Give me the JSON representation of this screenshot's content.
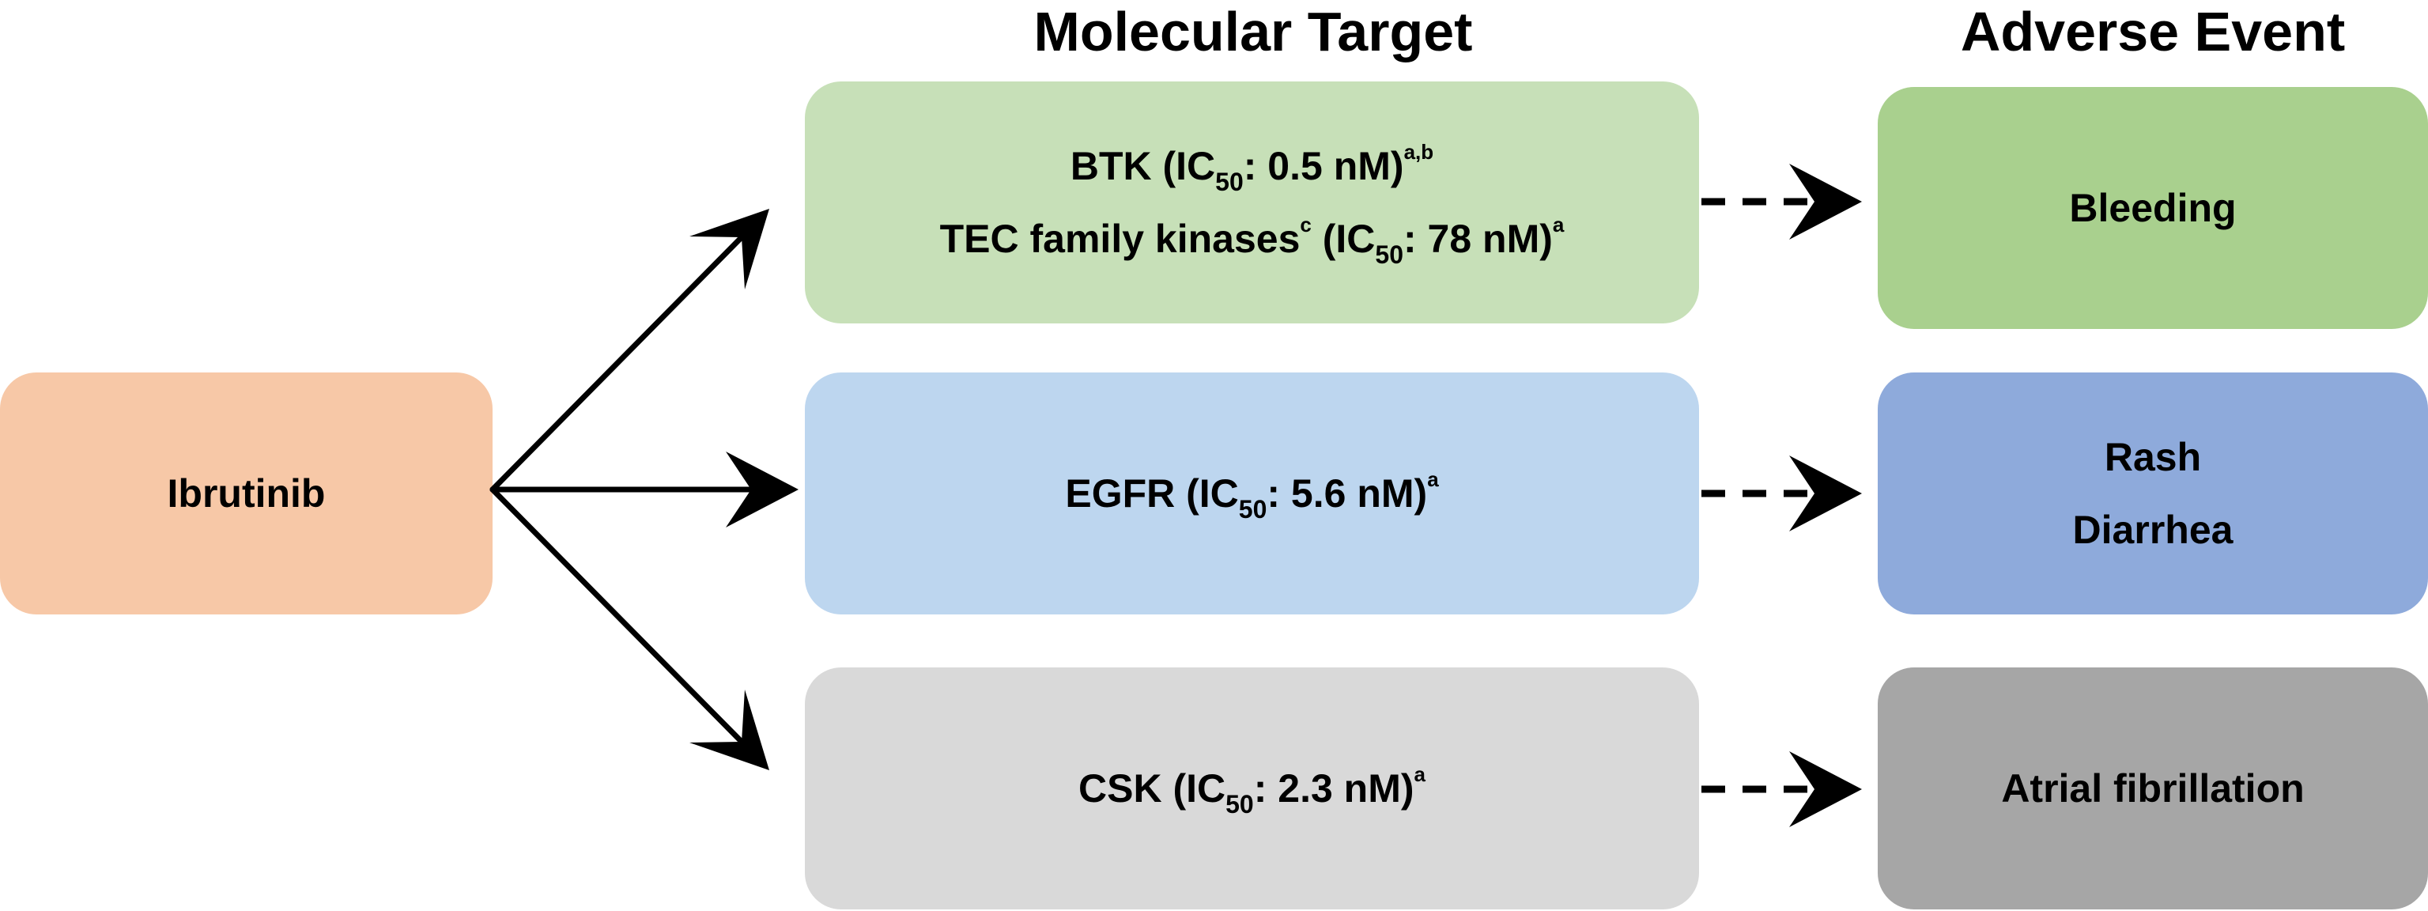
{
  "colors": {
    "drug": "#f7c8a7",
    "btk_target": "#c7e0b8",
    "egfr_target": "#bdd6ef",
    "csk_target": "#d9d9d9",
    "bleeding_event": "#a9d08e",
    "rash_event": "#8eaadb",
    "af_event": "#a6a6a6",
    "arrow": "#000000"
  },
  "headings": {
    "molecular_target": "Molecular Target",
    "adverse_event": "Adverse Event"
  },
  "drug": {
    "label": "Ibrutinib"
  },
  "targets": {
    "btk": {
      "name": "BTK",
      "ic_prefix": " (IC",
      "ic_sub": "50",
      "ic_value": ": 0.5 nM)",
      "ic_note": "a,b"
    },
    "tec": {
      "name": "TEC family kinases",
      "name_note": "c",
      "ic_prefix": " (IC",
      "ic_sub": "50",
      "ic_value": ": 78 nM)",
      "ic_note": "a"
    },
    "egfr": {
      "name": "EGFR",
      "ic_prefix": " (IC",
      "ic_sub": "50",
      "ic_value": ": 5.6 nM)",
      "ic_note": "a"
    },
    "csk": {
      "name": "CSK",
      "ic_prefix": " (IC",
      "ic_sub": "50",
      "ic_value": ": 2.3 nM)",
      "ic_note": "a"
    }
  },
  "events": {
    "bleeding": "Bleeding",
    "rash": "Rash",
    "diarrhea": "Diarrhea",
    "atrial_fibrillation": "Atrial fibrillation"
  }
}
